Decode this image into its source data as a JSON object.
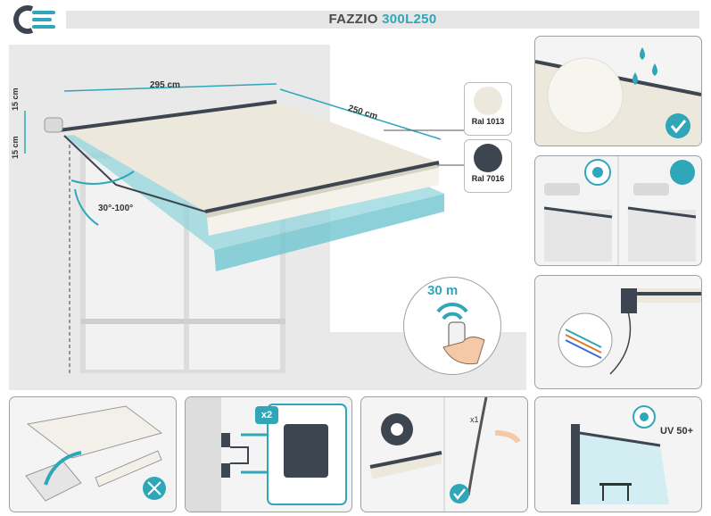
{
  "header": {
    "brand": "FAZZIO",
    "model": "300L250"
  },
  "colors": {
    "accent": "#2fa7b8",
    "frame": "#3d4550",
    "fabric": "#ece9dc"
  },
  "dimensions": {
    "width": "295 cm",
    "depth": "250 cm",
    "bracket_top": "15 cm",
    "bracket_bottom": "15 cm",
    "angle": "30°-100°"
  },
  "swatches": [
    {
      "label": "Ral 1013",
      "color": "#ece9dc"
    },
    {
      "label": "Ral 7016",
      "color": "#3d4550"
    }
  ],
  "remote": {
    "range": "30 m"
  },
  "features": {
    "brackets_count": "x2",
    "crank_count": "x1",
    "uv_rating": "UV 50+"
  },
  "icons": {
    "logo": "brand-logo",
    "water": "water-drops-icon",
    "check": "checkmark-icon",
    "sun": "sun-icon",
    "wind": "wind-icon",
    "tools": "tools-icon",
    "gear": "gear-lightning-icon",
    "signal": "wireless-signal-icon"
  }
}
